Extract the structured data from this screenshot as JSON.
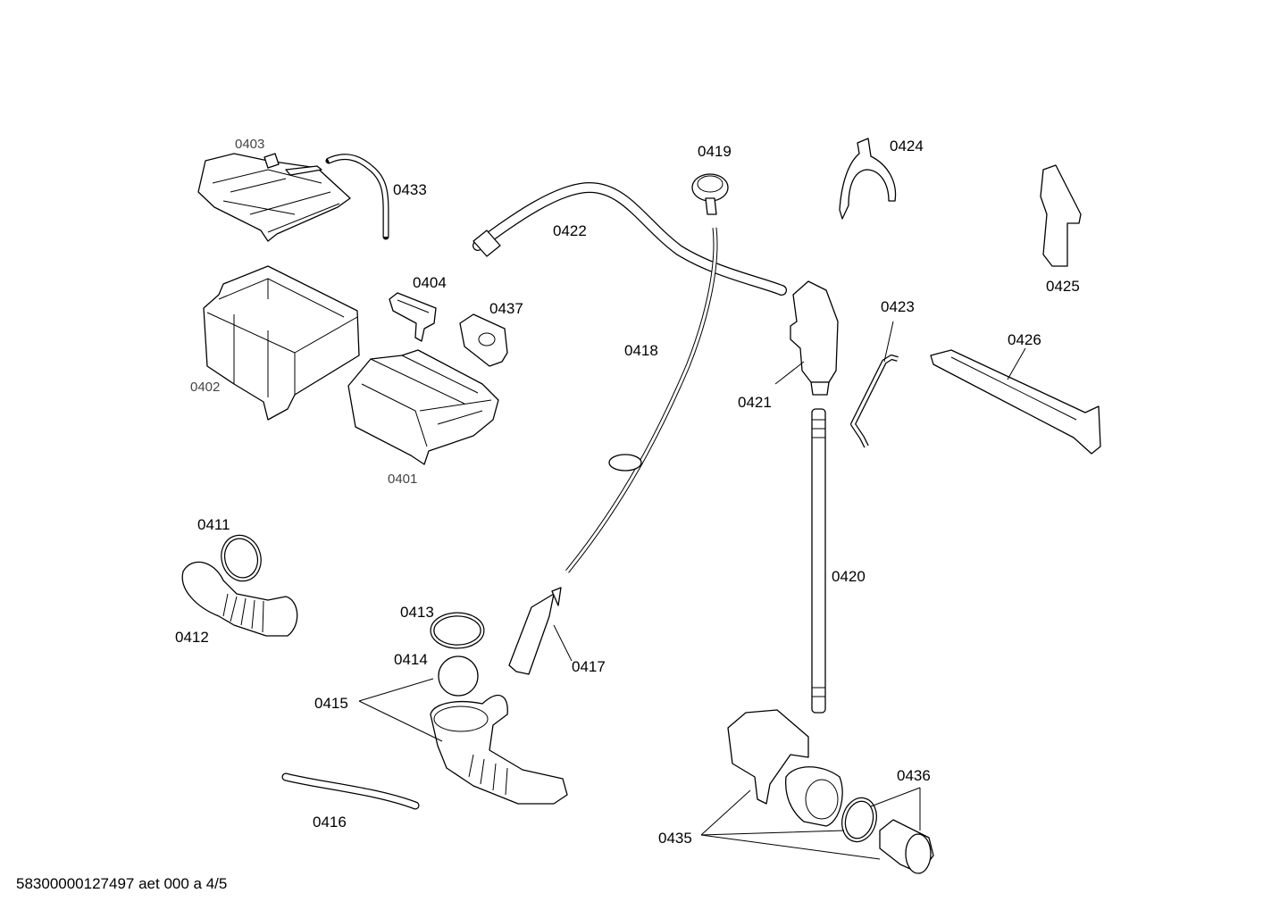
{
  "labels": {
    "p0401": "0401",
    "p0402": "0402",
    "p0403": "0403",
    "p0404": "0404",
    "p0411": "0411",
    "p0412": "0412",
    "p0413": "0413",
    "p0414": "0414",
    "p0415": "0415",
    "p0416": "0416",
    "p0417": "0417",
    "p0418": "0418",
    "p0419": "0419",
    "p0420": "0420",
    "p0421": "0421",
    "p0422": "0422",
    "p0423": "0423",
    "p0424": "0424",
    "p0425": "0425",
    "p0426": "0426",
    "p0433": "0433",
    "p0435": "0435",
    "p0436": "0436",
    "p0437": "0437"
  },
  "footer": {
    "text": "58300000127497 aet 000 a 4/5"
  }
}
